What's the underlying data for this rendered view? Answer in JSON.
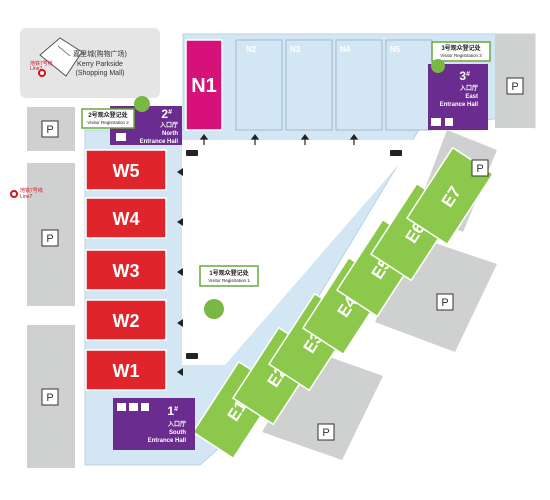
{
  "map": {
    "halls": {
      "west": [
        "W1",
        "W2",
        "W3",
        "W4",
        "W5"
      ],
      "north": [
        "N1",
        "N2",
        "N3",
        "N4",
        "N5"
      ],
      "east": [
        "E1",
        "E2",
        "E3",
        "E4",
        "E5",
        "E6",
        "E7"
      ]
    },
    "entrances": {
      "south": {
        "number": "1",
        "mark": "#",
        "cn": "入口厅",
        "en1": "South",
        "en2": "Entrance Hall"
      },
      "north": {
        "number": "2",
        "mark": "#",
        "cn": "入口厅",
        "en1": "North",
        "en2": "Entrance Hall"
      },
      "east": {
        "number": "3",
        "mark": "#",
        "cn": "入口厅",
        "en1": "East",
        "en2": "Entrance Hall"
      }
    },
    "registrations": {
      "r1": {
        "cn": "1号观众登记处",
        "en": "Visitor Registration 1"
      },
      "r2": {
        "cn": "2号观众登记处",
        "en": "Visitor Registration 2"
      },
      "r3": {
        "cn": "3号观众登记处",
        "en": "Visitor Registration 3"
      }
    },
    "metro": {
      "cn": "地铁7号线",
      "en": "Line7"
    },
    "mall": {
      "cn": "嘉里城(购物广场)",
      "en1": "Kerry Parkside",
      "en2": "(Shopping Mall)"
    },
    "parking_label": "P",
    "colors": {
      "ground": "#d3e6f3",
      "west_hall": "#e0242b",
      "north_active": "#d6127a",
      "east_hall": "#8cc84b",
      "purple": "#6b2c8f",
      "green_dot": "#78b843",
      "gray": "#cfd0d0"
    },
    "icons": [
      "parking-icon",
      "metro-icon",
      "bus-icon",
      "restroom-icon",
      "restaurant-icon",
      "arrow-up-icon",
      "arrow-left-icon"
    ]
  }
}
